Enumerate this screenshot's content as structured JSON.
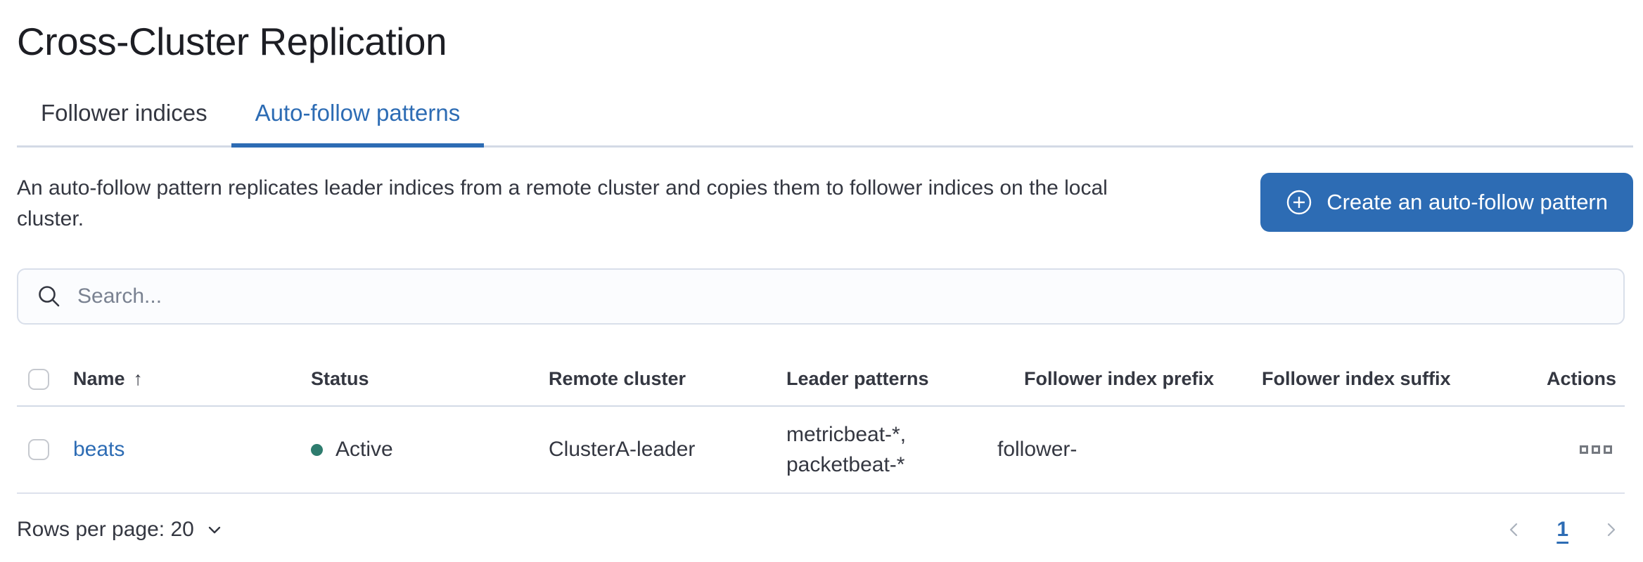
{
  "header": {
    "title": "Cross-Cluster Replication"
  },
  "tabs": {
    "follower": "Follower indices",
    "autofollow": "Auto-follow patterns",
    "active_tab": "Auto-follow patterns"
  },
  "intro": {
    "description": "An auto-follow pattern replicates leader indices from a remote cluster and copies them to follower indices on the local cluster.",
    "create_button": "Create an auto-follow pattern"
  },
  "search": {
    "placeholder": "Search...",
    "value": ""
  },
  "table": {
    "headers": {
      "name": "Name",
      "status": "Status",
      "remote": "Remote cluster",
      "leader": "Leader patterns",
      "prefix": "Follower index prefix",
      "suffix": "Follower index suffix",
      "actions": "Actions"
    },
    "sort": {
      "column": "Name",
      "direction": "ascending",
      "arrow": "↑"
    },
    "rows": [
      {
        "name": "beats",
        "status": "Active",
        "remote_cluster": "ClusterA-leader",
        "leader_patterns": "metricbeat-*, packetbeat-*",
        "follower_index_prefix": "follower-",
        "follower_index_suffix": ""
      }
    ]
  },
  "footer": {
    "rows_per_page": "Rows per page: 20",
    "pagination": {
      "current_page": "1"
    }
  },
  "colors": {
    "primary_blue": "#2d6cb4",
    "status_active_dot": "#2e7c6e",
    "divider": "#d3dae6",
    "text": "#343741",
    "muted_gray": "#69707d"
  }
}
